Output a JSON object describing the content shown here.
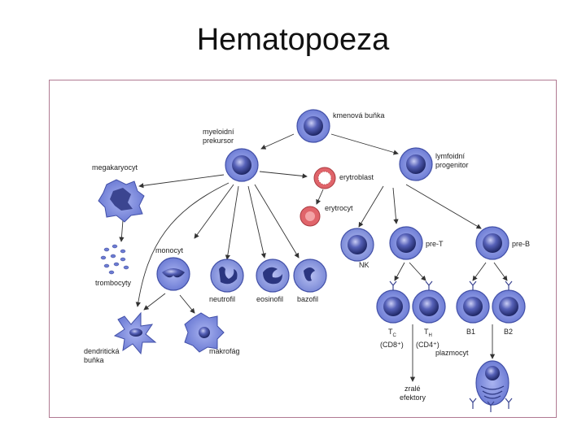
{
  "title": "Hematopoeza",
  "colors": {
    "cell_outer": "#6f7fd6",
    "cell_nucleus": "#2b3680",
    "erythro": "#e0646a",
    "frame": "#b07a92"
  },
  "labels": {
    "stem": "kmenová buňka",
    "myeloid_1": "myeloidní",
    "myeloid_2": "prekursor",
    "lymphoid_1": "lymfoidní",
    "lymphoid_2": "progenitor",
    "megakaryocyte": "megakaryocyt",
    "erythroblast": "erytroblast",
    "erythrocyte": "erytrocyt",
    "platelets": "trombocyty",
    "monocyte": "monocyt",
    "neutrophil": "neutrofil",
    "eosinophil": "eosinofil",
    "basophil": "bazofil",
    "dendritic_1": "dendritická",
    "dendritic_2": "buňka",
    "macrophage": "makrofág",
    "nk": "NK",
    "pre_t": "pre-T",
    "pre_b": "pre-B",
    "tc": "T",
    "tc_sub": "C",
    "tc_marker": "(CD8⁺)",
    "th": "T",
    "th_sub": "H",
    "th_marker": "(CD4⁺)",
    "b1": "B1",
    "b2": "B2",
    "plasma": "plazmocyt",
    "effectors_1": "zralé",
    "effectors_2": "efektory"
  }
}
